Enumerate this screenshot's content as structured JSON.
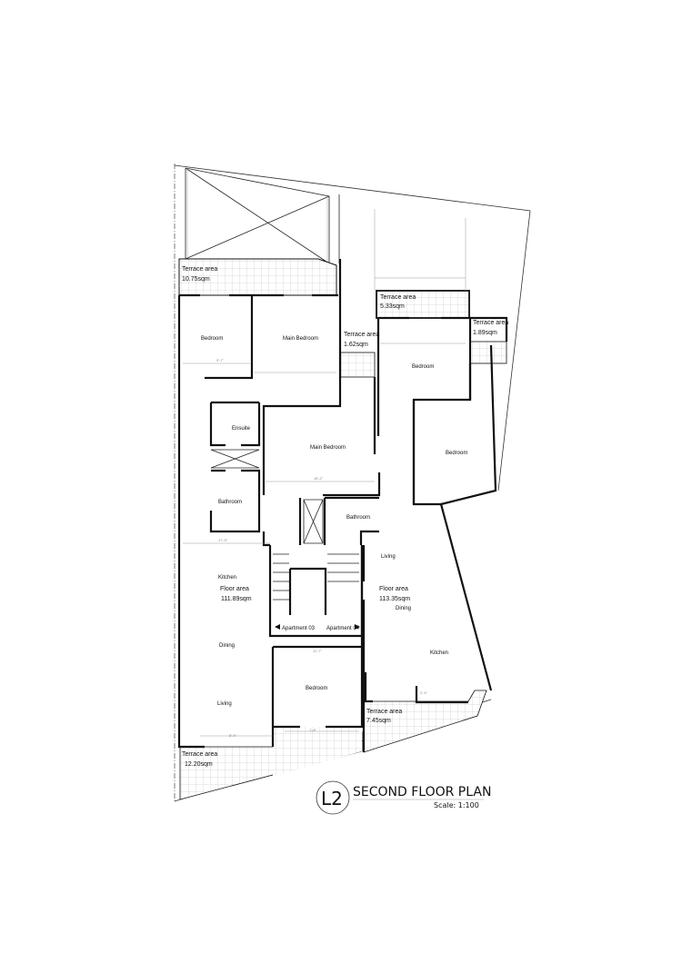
{
  "title": {
    "code": "L2",
    "name": "SECOND FLOOR PLAN",
    "scale": "Scale: 1:100"
  },
  "terraces": [
    {
      "label": "Terrace area",
      "area": "10.75sqm"
    },
    {
      "label": "Terrace area",
      "area": "1.62sqm"
    },
    {
      "label": "Terrace area",
      "area": "5.33sqm"
    },
    {
      "label": "Terrace area",
      "area": "1.89sqm"
    },
    {
      "label": "Terrace area",
      "area": "7.45sqm"
    },
    {
      "label": "Terrace area",
      "area": "12.20sqm"
    }
  ],
  "apartment_03": {
    "label": "Apartment 03",
    "floor_area_label": "Floor area",
    "floor_area": "111.89sqm",
    "rooms": [
      "Bedroom",
      "Main Bedroom",
      "Ensuite",
      "Main Bedroom",
      "Bathroom",
      "Kitchen",
      "Dining",
      "Living"
    ]
  },
  "apartment_04": {
    "label": "Apartment 04",
    "floor_area_label": "Floor area",
    "floor_area": "113.35sqm",
    "rooms": [
      "Bedroom",
      "Bedroom",
      "Bathroom",
      "Living",
      "Dining",
      "Kitchen",
      "Bedroom"
    ]
  },
  "dimensions": [
    "9'-7\"",
    "8'-4\"",
    "17'-9\"",
    "16'-2\"",
    "11'-7\"",
    "2'-4\"",
    "1'-8\""
  ]
}
